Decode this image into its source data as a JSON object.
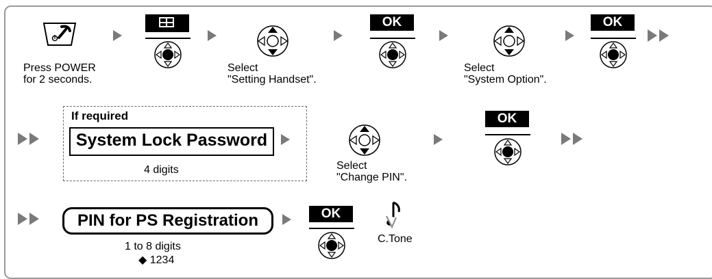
{
  "row1": {
    "power_caption": "Press POWER\nfor 2 seconds.",
    "setting_handset_caption": "Select\n\"Setting Handset\".",
    "system_option_caption": "Select\n\"System Option\".",
    "ok_label_1": "OK",
    "ok_label_2": "OK"
  },
  "row2": {
    "if_required": "If required",
    "password_label": "System Lock Password",
    "digits": "4 digits",
    "change_pin_caption": "Select\n\"Change PIN\".",
    "ok_label": "OK"
  },
  "row3": {
    "pin_label": "PIN for PS Registration",
    "digits": "1 to 8 digits",
    "default_value": "◆ 1234",
    "ok_label": "OK",
    "tone_label": "C.Tone"
  }
}
